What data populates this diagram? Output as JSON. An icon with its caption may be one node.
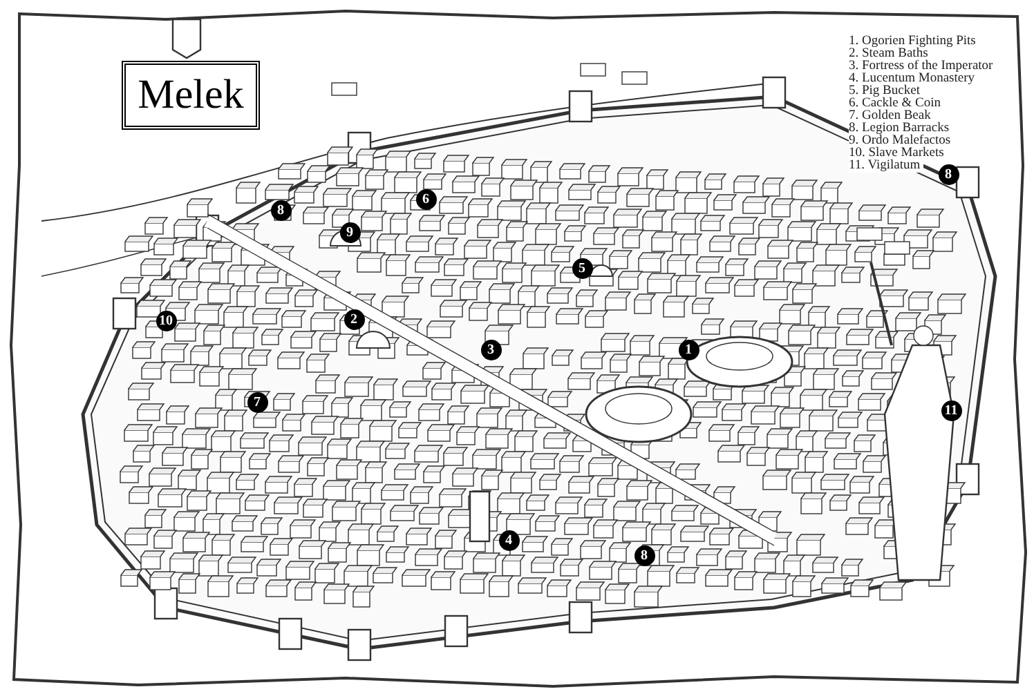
{
  "diagram": {
    "title": "Melek",
    "labels": [
      "8",
      "6",
      "8",
      "9",
      "5",
      "2",
      "10",
      "3",
      "1",
      "7",
      "11",
      "4",
      "8"
    ],
    "legend": [
      {
        "text": "1. Ogorien Fighting Pits"
      },
      {
        "text": "2. Steam Baths"
      },
      {
        "text": "3. Fortress of the Imperator"
      },
      {
        "text": "4. Lucentum Monastery"
      },
      {
        "text": "5. Pig Bucket"
      },
      {
        "text": "6. Cackle & Coin"
      },
      {
        "text": "7. Golden Beak"
      },
      {
        "text": "8. Legion Barracks"
      },
      {
        "text": "9. Ordo Malefactos"
      },
      {
        "text": "10. Slave Markets"
      },
      {
        "text": "11. Vigilatum"
      }
    ]
  }
}
